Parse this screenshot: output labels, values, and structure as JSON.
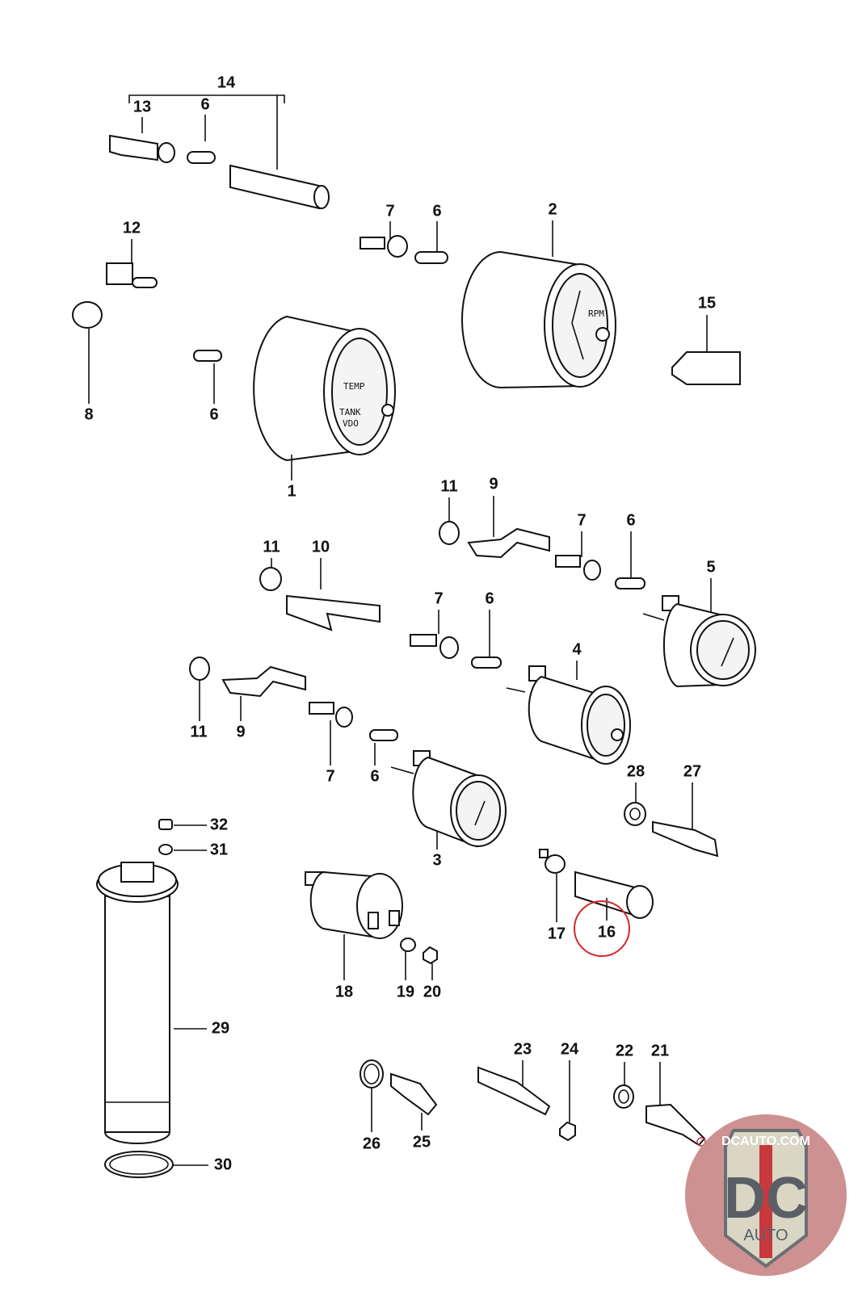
{
  "diagram": {
    "callouts": [
      "14",
      "13",
      "6",
      "7",
      "6",
      "2",
      "12",
      "15",
      "8",
      "6",
      "1",
      "11",
      "9",
      "7",
      "6",
      "5",
      "11",
      "10",
      "7",
      "6",
      "4",
      "11",
      "9",
      "7",
      "6",
      "28",
      "27",
      "3",
      "32",
      "31",
      "17",
      "16",
      "18",
      "19",
      "20",
      "29",
      "23",
      "24",
      "22",
      "21",
      "26",
      "25",
      "30"
    ],
    "highlighted_callout": "16",
    "highlight_color": "#d9262b",
    "gauge_1_text": {
      "temp": "TEMP",
      "tank": "TANK",
      "brand": "VDO"
    },
    "gauge_2_text": {
      "rpm": "RPM"
    }
  },
  "watermark": {
    "site": "DCAUTO.COM",
    "letters": "DC",
    "sub": "AUTO",
    "colors": {
      "circle": "#c98585",
      "shield": "#d9d6c4",
      "letters": "#5a5f66",
      "stripe": "#c8393d"
    }
  }
}
